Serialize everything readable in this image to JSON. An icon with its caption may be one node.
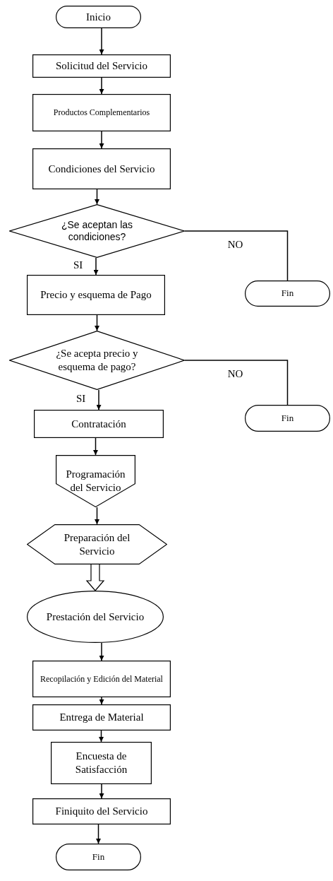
{
  "diagram": {
    "nodes": [
      {
        "text": [
          "Inicio"
        ]
      },
      {
        "text": [
          "Solicitud del Servicio"
        ]
      },
      {
        "text": [
          "Productos Complementarios"
        ]
      },
      {
        "text": [
          "Condiciones del Servicio"
        ]
      },
      {
        "text": [
          "¿Se aceptan las condiciones?"
        ]
      },
      {
        "text": [
          "Fin"
        ]
      },
      {
        "text": [
          "Precio y esquema de Pago"
        ]
      },
      {
        "text": [
          "¿Se acepta precio y esquema de pago?"
        ]
      },
      {
        "text": [
          "Fin"
        ]
      },
      {
        "text": [
          "Contratación"
        ]
      },
      {
        "text": [
          "Programación del Servicio"
        ]
      },
      {
        "text": [
          "Preparación del Servicio"
        ]
      },
      {
        "text": [
          "Prestación del Servicio"
        ]
      },
      {
        "text": [
          "Recopilación y Edición del Material"
        ]
      },
      {
        "text": [
          "Entrega de Material"
        ]
      },
      {
        "text": [
          "Encuesta de Satisfacción"
        ]
      },
      {
        "text": [
          "Finiquito del Servicio"
        ]
      },
      {
        "text": [
          "Fin"
        ]
      }
    ],
    "edges": [
      {
        "from": 0,
        "to": 1,
        "arrow": "to"
      },
      {
        "from": 1,
        "to": 2,
        "arrow": "to"
      },
      {
        "from": 2,
        "to": 3,
        "arrow": "to"
      },
      {
        "from": 3,
        "to": 4,
        "arrow": "to"
      },
      {
        "from": 4,
        "to": 6,
        "arrow": "to",
        "label": "SI"
      },
      {
        "from": 4,
        "to": 5,
        "arrow": "none",
        "label": "NO"
      },
      {
        "from": 6,
        "to": 7,
        "arrow": "to"
      },
      {
        "from": 7,
        "to": 9,
        "arrow": "to",
        "label": "SI"
      },
      {
        "from": 7,
        "to": 8,
        "arrow": "none",
        "label": "NO"
      },
      {
        "from": 9,
        "to": 10,
        "arrow": "to"
      },
      {
        "from": 10,
        "to": 11,
        "arrow": "to"
      },
      {
        "from": 11,
        "to": 12,
        "arrow": "to",
        "style": "thick"
      },
      {
        "from": 12,
        "to": 13,
        "arrow": "to"
      },
      {
        "from": 13,
        "to": 14,
        "arrow": "to"
      },
      {
        "from": 14,
        "to": 15,
        "arrow": "to"
      },
      {
        "from": 15,
        "to": 16,
        "arrow": "to"
      },
      {
        "from": 16,
        "to": 17,
        "arrow": "to"
      }
    ]
  }
}
